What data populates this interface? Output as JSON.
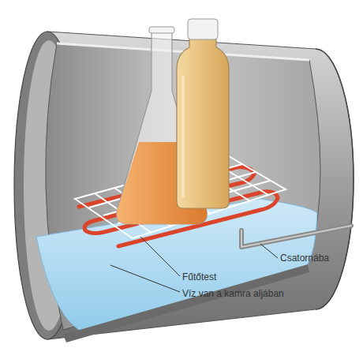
{
  "diagram": {
    "labels": [
      "Csatornába",
      "Fűtőtest",
      "Víz van a kamra aljában"
    ]
  }
}
